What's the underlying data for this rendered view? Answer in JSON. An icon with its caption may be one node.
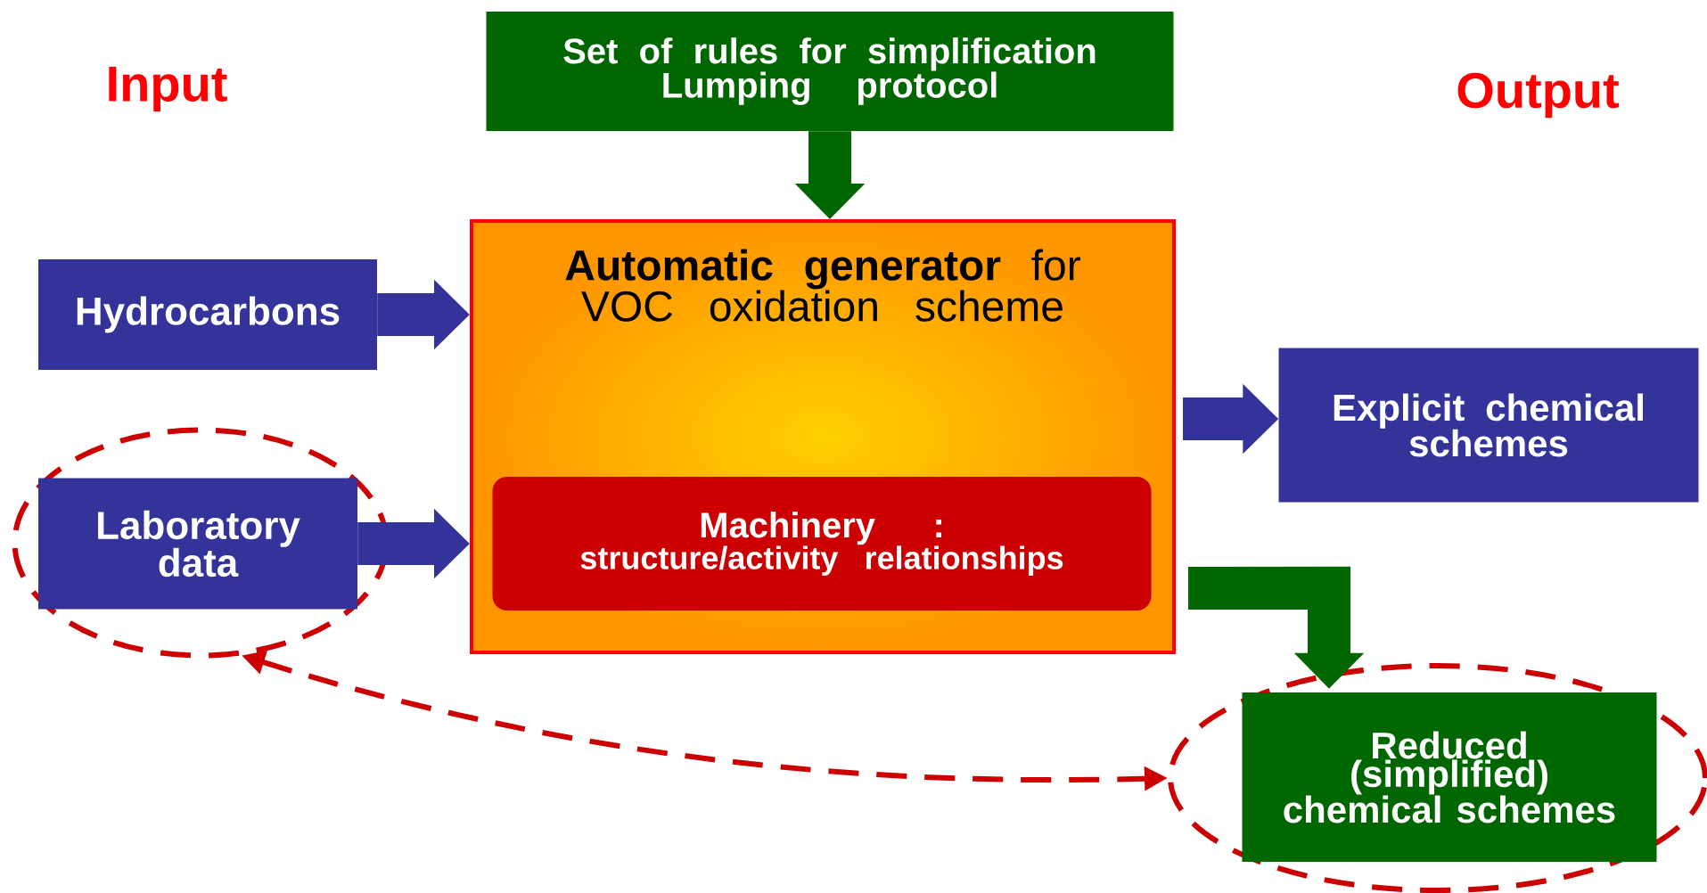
{
  "diagram": {
    "nodes": [
      {
        "text": [
          "Set of rules for simplification Lumping protocol"
        ]
      },
      {
        "text": [
          "Hydrocarbons"
        ]
      },
      {
        "text": [],
        "shape": "ellipse"
      },
      {
        "text": [
          "Laboratory data"
        ],
        "in": 2
      },
      {
        "text": [
          "**Automatic generator** for VOC oxidation scheme"
        ]
      },
      {
        "text": [
          "Machinery :",
          "structure/activity relationships"
        ],
        "in": 4
      },
      {
        "text": [
          "Explicit chemical schemes"
        ]
      },
      {
        "text": [],
        "shape": "ellipse"
      },
      {
        "text": [
          "Reduced (simplified) chemical schemes"
        ],
        "in": 7
      }
    ],
    "edges": [
      {
        "from": 0,
        "to": 4,
        "arrow": "to",
        "color": "#006600"
      },
      {
        "from": 1,
        "to": 4,
        "arrow": "to"
      },
      {
        "from": 3,
        "to": 4,
        "arrow": "to"
      },
      {
        "from": 4,
        "to": 6,
        "arrow": "to"
      },
      {
        "from": 4,
        "to": 8,
        "arrow": "to",
        "color": "#006600"
      },
      {
        "from": 2,
        "to": 7,
        "arrow": "both",
        "style": "dashed",
        "color": "#cc0000"
      }
    ],
    "labels": [
      "Input",
      "Output"
    ]
  }
}
